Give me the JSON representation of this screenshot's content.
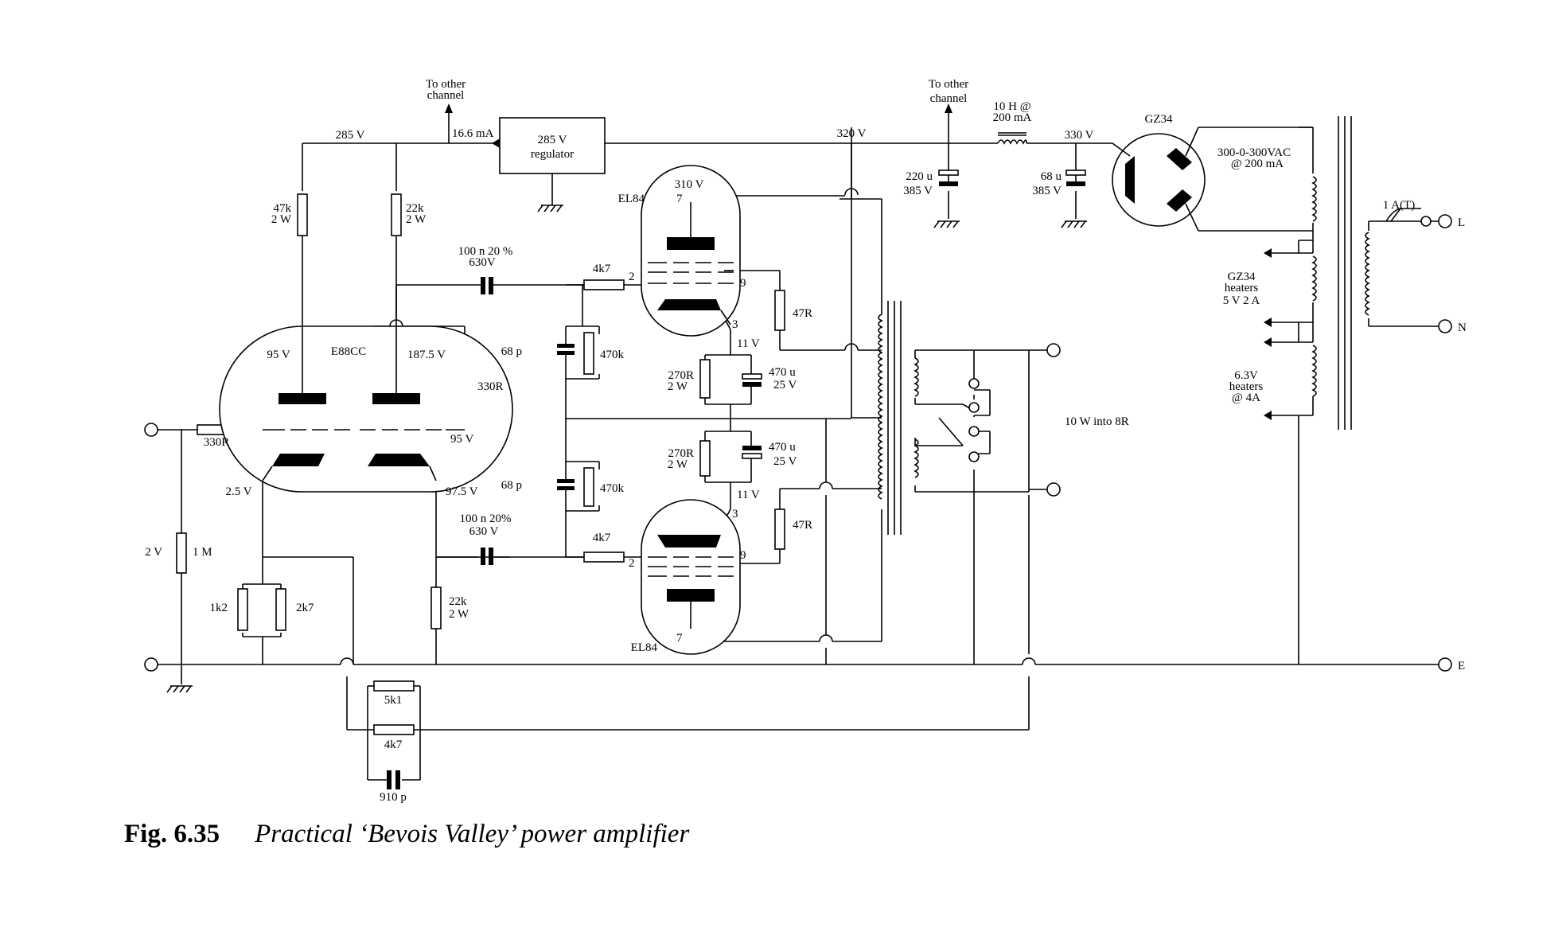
{
  "caption": {
    "number": "Fig. 6.35",
    "title": "Practical ‘Bevois Valley’ power amplifier"
  },
  "labels": {
    "to_other_channel_1": [
      "To other",
      "channel"
    ],
    "to_other_channel_2": [
      "To other",
      "channel"
    ],
    "v285": "285 V",
    "i16": "16.6 mA",
    "reg": [
      "285 V",
      "regulator"
    ],
    "v320": "320 V",
    "choke": [
      "10 H @",
      "200 mA"
    ],
    "v330": "330 V",
    "gz34": "GZ34",
    "mains_tx": [
      "300-0-300VAC",
      "@ 200 mA"
    ],
    "fuse": "1 A(T)",
    "term_L": "L",
    "term_N": "N",
    "term_E": "E",
    "cap220": [
      "220 u",
      "385 V"
    ],
    "cap68u": [
      "68 u",
      "385 V"
    ],
    "gz34_heaters": [
      "GZ34",
      "heaters",
      "5 V 2 A"
    ],
    "heaters63": [
      "6.3V",
      "heaters",
      "@ 4A"
    ],
    "r47k": [
      "47k",
      "2 W"
    ],
    "r22k_top": [
      "22k",
      "2 W"
    ],
    "cap100n_top": [
      "100 n 20 %",
      "630V"
    ],
    "el84_top": "EL84",
    "v310": "310 V",
    "r4k7_top": "4k7",
    "pin2_top": "2",
    "pin7_top": "7",
    "pin9_top": "9",
    "pin3_top": "3",
    "r47R_top": "47R",
    "v11_top": "11 V",
    "c68p_top": "68 p",
    "r470k_top": "470k",
    "r270R_top": [
      "270R",
      "2 W"
    ],
    "c470u_top": [
      "470 u",
      "25 V"
    ],
    "v95a": "95 V",
    "e88cc": "E88CC",
    "v187": "187.5 V",
    "r330R_right": "330R",
    "v95b": "95 V",
    "r330R_in": "330R",
    "v2_5": "2.5 V",
    "v97_5": "97.5 V",
    "c68p_bot": "68 p",
    "r470k_bot": "470k",
    "r270R_bot": [
      "270R",
      "2 W"
    ],
    "c470u_bot": [
      "470 u",
      "25 V"
    ],
    "v11_bot": "11 V",
    "pin3_bot": "3",
    "r47R_bot": "47R",
    "cap100n_bot": [
      "100 n 20%",
      "630 V"
    ],
    "r4k7_bot": "4k7",
    "pin2_bot": "2",
    "pin9_bot": "9",
    "el84_bot": "EL84",
    "pin7_bot": "7",
    "v2": "2 V",
    "r1M": "1 M",
    "r1k2": "1k2",
    "r2k7": "2k7",
    "r22k_bot": [
      "22k",
      "2 W"
    ],
    "r5k1": "5k1",
    "r4k7_fb": "4k7",
    "c910p": "910 p",
    "output": "10 W into 8R"
  }
}
